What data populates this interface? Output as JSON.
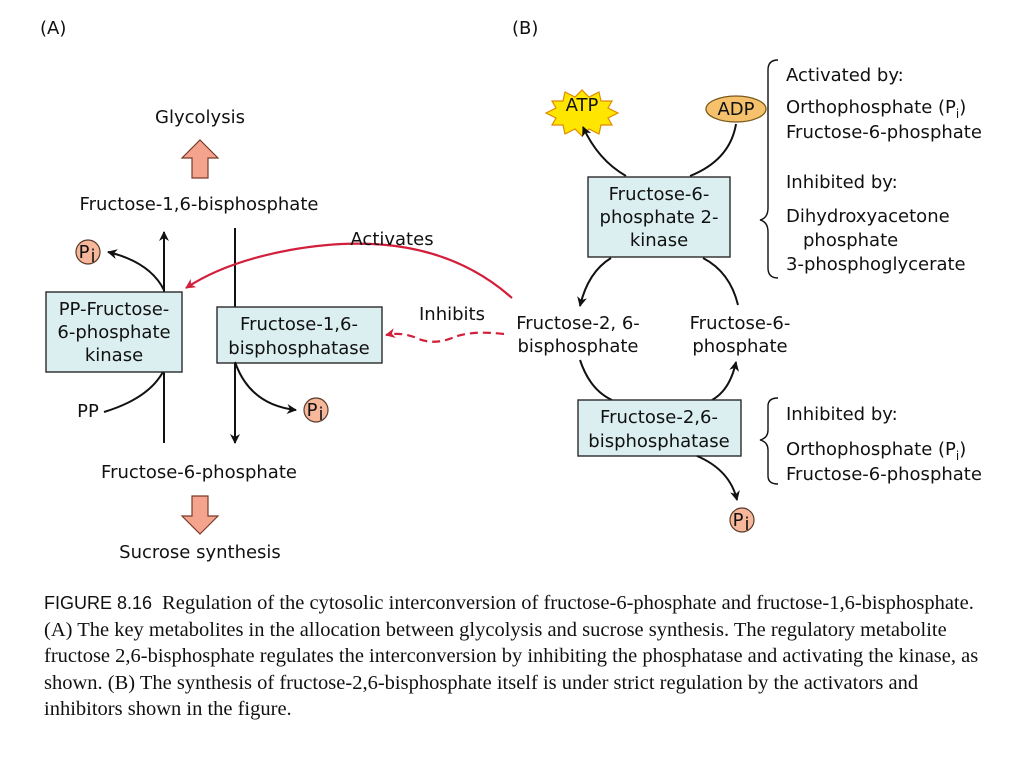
{
  "panel_a": {
    "label": "(A)",
    "glycolysis": "Glycolysis",
    "f16bp": "Fructose-1,6-bisphosphate",
    "f6p": "Fructose-6-phosphate",
    "sucrose": "Sucrose synthesis",
    "kinase": [
      "PP-Fructose-",
      "6-phosphate",
      "kinase"
    ],
    "phosphatase": [
      "Fructose-1,6-",
      "bisphosphatase"
    ],
    "pp": "PP",
    "pi": "P",
    "pi_sub": "i",
    "activates": "Activates",
    "inhibits": "Inhibits"
  },
  "panel_b": {
    "label": "(B)",
    "atp": "ATP",
    "adp": "ADP",
    "kinase": [
      "Fructose-6-",
      "phosphate 2-",
      "kinase"
    ],
    "f26bp": [
      "Fructose-2, 6-",
      "bisphosphate"
    ],
    "f6p": [
      "Fructose-6-",
      "phosphate"
    ],
    "phosphatase": [
      "Fructose-2,6-",
      "bisphosphatase"
    ],
    "pi": "P",
    "pi_sub": "i",
    "activated_by_title": "Activated by:",
    "activated_by_1": "Orthophosphate (P",
    "activated_by_1_sub": "i",
    "activated_by_1_end": ")",
    "activated_by_2": "Fructose-6-phosphate",
    "inhibited_by_title": "Inhibited by:",
    "inhibited_by_1": "Dihydroxyacetone",
    "inhibited_by_1b": "phosphate",
    "inhibited_by_2": "3-phosphoglycerate",
    "inhibited_by2_title": "Inhibited by:",
    "inhibited_by2_1": "Orthophosphate (P",
    "inhibited_by2_1_sub": "i",
    "inhibited_by2_1_end": ")",
    "inhibited_by2_2": "Fructose-6-phosphate"
  },
  "caption": {
    "figure": "FIGURE 8.16",
    "text": "Regulation of the cytosolic interconversion of fructose-6-phosphate and fructose-1,6-bisphosphate. (A) The key metabolites in the allocation between glycolysis and sucrose synthesis. The regulatory metabolite fructose 2,6-bisphosphate regulates the interconversion by inhibiting the phosphatase and activating the kinase, as shown. (B) The synthesis of fructose-2,6-bisphosphate itself is under strict regulation by the activators and inhibitors shown in the figure."
  },
  "colors": {
    "box_fill": "#dbeef0",
    "activates_red": "#d21f3c",
    "big_arrow": "#f4a38c",
    "pi_fill": "#f6b79a",
    "atp_fill": "#ffe600",
    "adp_fill": "#f5c26b"
  }
}
